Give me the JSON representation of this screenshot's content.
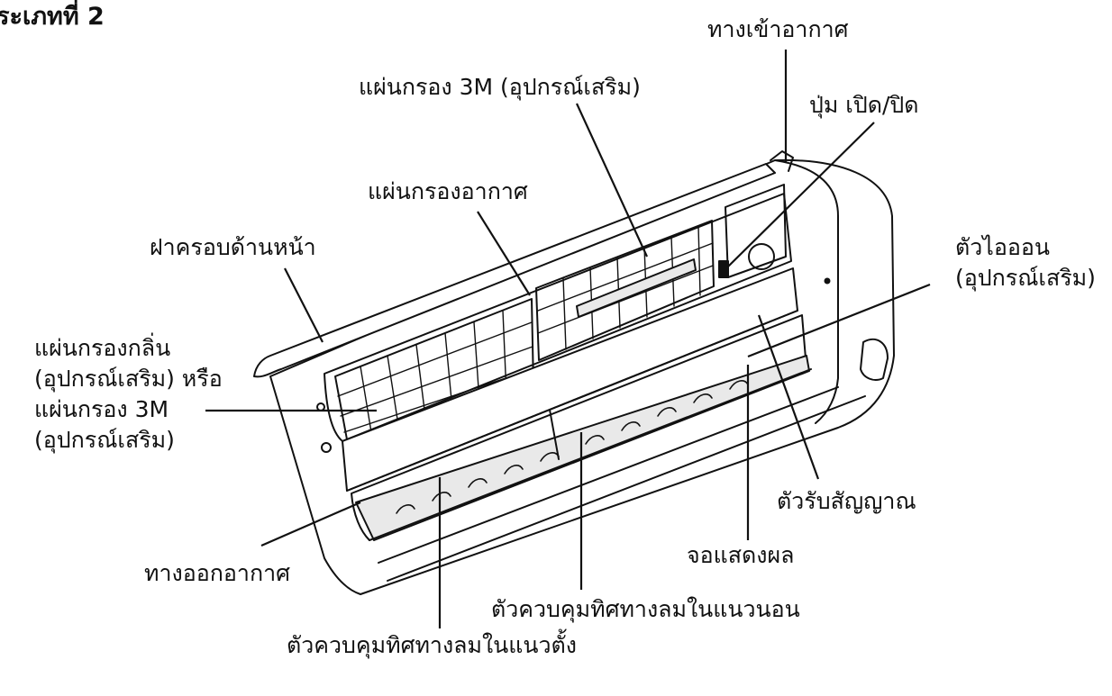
{
  "title": "ระเภทที่ 2",
  "labels": {
    "air_inlet": "ทางเข้าอากาศ",
    "filter_3m_top": "แผ่นกรอง 3M (อุปกรณ์เสริม)",
    "power_button": "ปุ่ม เปิด/ปิด",
    "air_filter": "แผ่นกรองอากาศ",
    "front_cover": "ฝาครอบด้านหน้า",
    "ionizer_line1": "ตัวไอออน",
    "ionizer_line2": "(อุปกรณ์เสริม)",
    "odor_filter_line1": "แผ่นกรองกลิ่น",
    "odor_filter_line2": "(อุปกรณ์เสริม) หรือ",
    "odor_filter_line3": "แผ่นกรอง 3M",
    "odor_filter_line4": "(อุปกรณ์เสริม)",
    "signal_receiver": "ตัวรับสัญญาณ",
    "display": "จอแสดงผล",
    "air_outlet": "ทางออกอากาศ",
    "horizontal_louver": "ตัวควบคุมทิศทางลมในแนวนอน",
    "vertical_louver": "ตัวควบคุมทิศทางลมในแนวตั้ง"
  },
  "colors": {
    "line": "#111111",
    "fill": "#ffffff",
    "shade": "#e9e9e9"
  }
}
